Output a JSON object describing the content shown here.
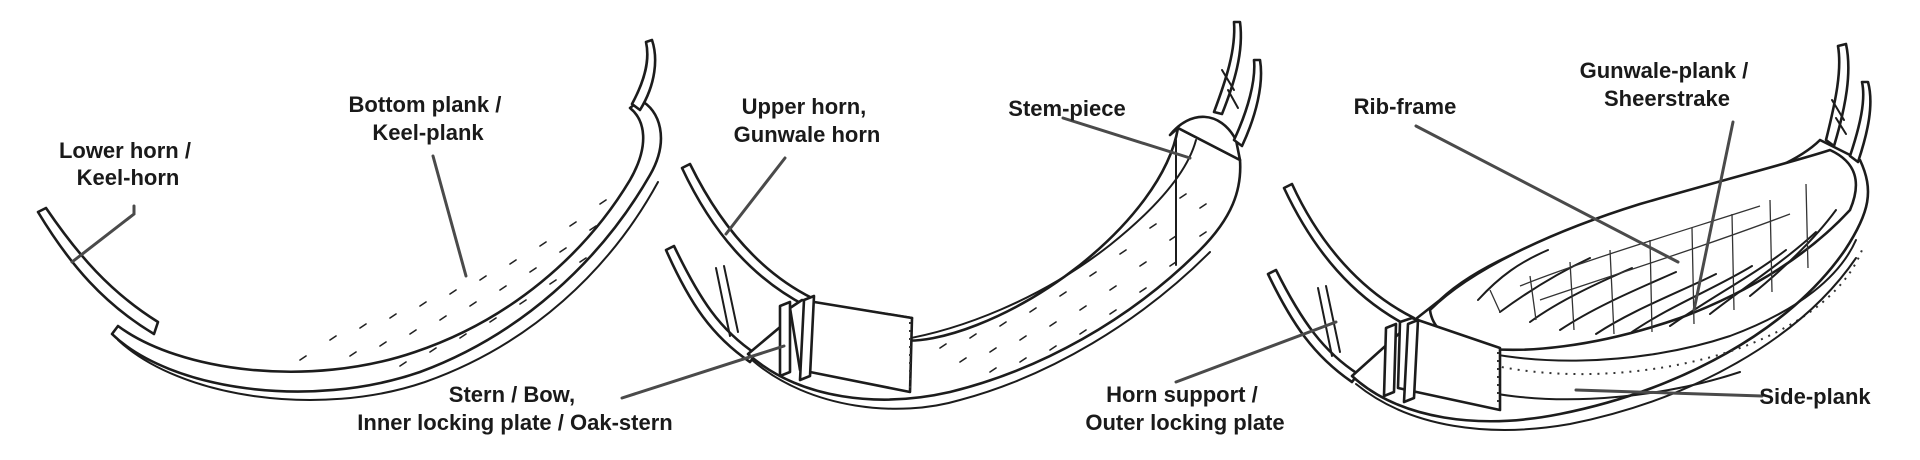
{
  "diagram": {
    "panels": [
      {
        "id": "panel-1",
        "labels": [
          {
            "key": "lower-horn",
            "lines": [
              "Lower horn /",
              "Keel-horn"
            ]
          },
          {
            "key": "bottom-plank",
            "lines": [
              "Bottom plank /",
              "Keel-plank"
            ]
          }
        ]
      },
      {
        "id": "panel-2",
        "labels": [
          {
            "key": "upper-horn",
            "lines": [
              "Upper horn,",
              "Gunwale horn"
            ]
          },
          {
            "key": "stem-piece",
            "lines": [
              "Stem-piece"
            ]
          },
          {
            "key": "stern-bow",
            "lines": [
              "Stern / Bow,",
              "Inner locking plate / Oak-stern"
            ]
          }
        ]
      },
      {
        "id": "panel-3",
        "labels": [
          {
            "key": "rib-frame",
            "lines": [
              "Rib-frame"
            ]
          },
          {
            "key": "gunwale-plank",
            "lines": [
              "Gunwale-plank /",
              "Sheerstrake"
            ]
          },
          {
            "key": "horn-support",
            "lines": [
              "Horn support /",
              "Outer locking plate"
            ]
          },
          {
            "key": "side-plank",
            "lines": [
              "Side-plank"
            ]
          }
        ]
      }
    ]
  }
}
